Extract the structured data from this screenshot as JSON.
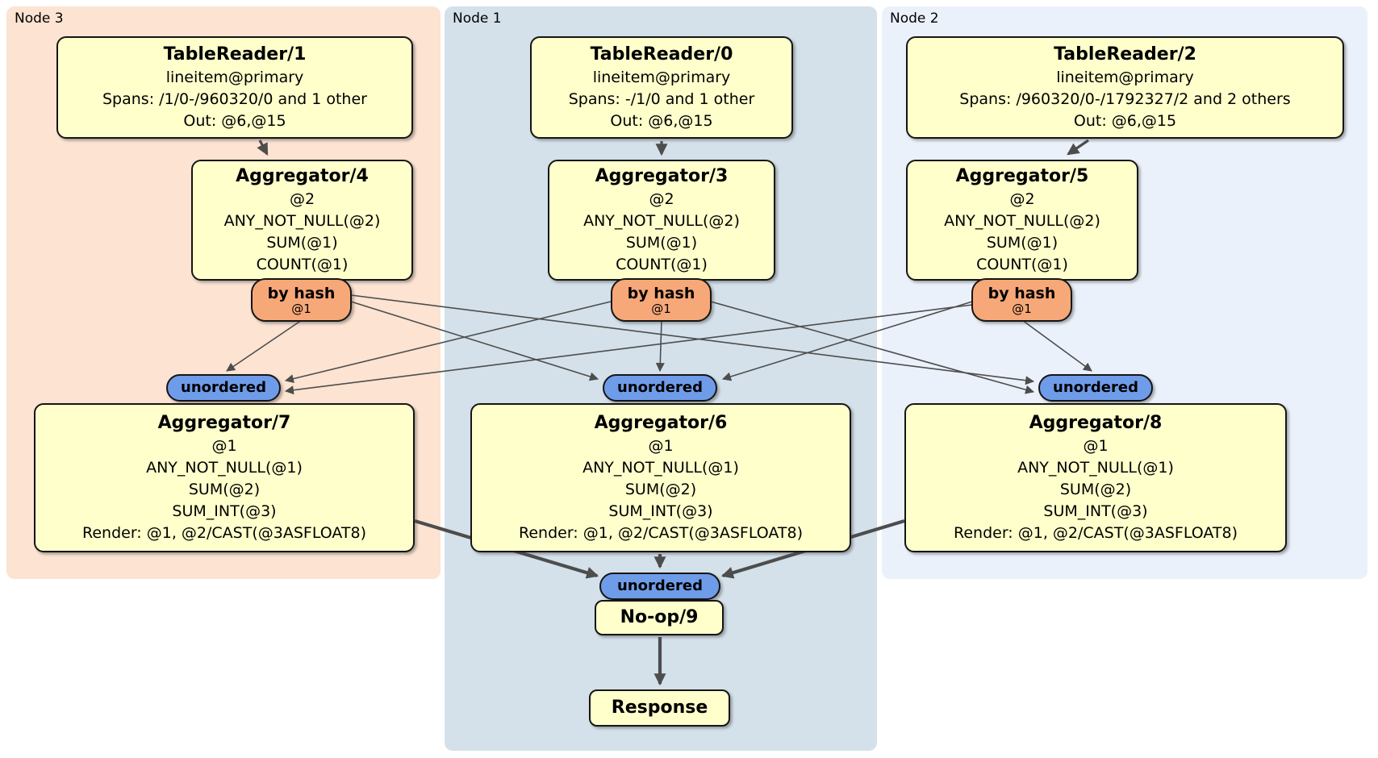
{
  "colors": {
    "node3_bg": "#fce3d2",
    "node1_bg": "#d4e1ea",
    "node2_bg": "#ebf1fa",
    "processor_fill": "#ffffcc",
    "router_fill": "#f7a878",
    "sync_fill": "#6f9ce9",
    "edge": "#4d4d4d"
  },
  "nodes": [
    {
      "label": "Node 3",
      "table_reader": {
        "title": "TableReader/1",
        "lines": [
          "lineitem@primary",
          "Spans: /1/0-/960320/0 and 1 other",
          "Out: @6,@15"
        ]
      },
      "aggregator_top": {
        "title": "Aggregator/4",
        "lines": [
          "@2",
          "ANY_NOT_NULL(@2)",
          "SUM(@1)",
          "COUNT(@1)"
        ]
      },
      "router": {
        "label": "by hash",
        "sub": "@1"
      },
      "sync": {
        "label": "unordered"
      },
      "aggregator_bottom": {
        "title": "Aggregator/7",
        "lines": [
          "@1",
          "ANY_NOT_NULL(@1)",
          "SUM(@2)",
          "SUM_INT(@3)",
          "Render: @1, @2/CAST(@3ASFLOAT8)"
        ]
      }
    },
    {
      "label": "Node 1",
      "table_reader": {
        "title": "TableReader/0",
        "lines": [
          "lineitem@primary",
          "Spans: -/1/0 and 1 other",
          "Out: @6,@15"
        ]
      },
      "aggregator_top": {
        "title": "Aggregator/3",
        "lines": [
          "@2",
          "ANY_NOT_NULL(@2)",
          "SUM(@1)",
          "COUNT(@1)"
        ]
      },
      "router": {
        "label": "by hash",
        "sub": "@1"
      },
      "sync": {
        "label": "unordered"
      },
      "aggregator_bottom": {
        "title": "Aggregator/6",
        "lines": [
          "@1",
          "ANY_NOT_NULL(@1)",
          "SUM(@2)",
          "SUM_INT(@3)",
          "Render: @1, @2/CAST(@3ASFLOAT8)"
        ]
      }
    },
    {
      "label": "Node 2",
      "table_reader": {
        "title": "TableReader/2",
        "lines": [
          "lineitem@primary",
          "Spans: /960320/0-/1792327/2 and 2 others",
          "Out: @6,@15"
        ]
      },
      "aggregator_top": {
        "title": "Aggregator/5",
        "lines": [
          "@2",
          "ANY_NOT_NULL(@2)",
          "SUM(@1)",
          "COUNT(@1)"
        ]
      },
      "router": {
        "label": "by hash",
        "sub": "@1"
      },
      "sync": {
        "label": "unordered"
      },
      "aggregator_bottom": {
        "title": "Aggregator/8",
        "lines": [
          "@1",
          "ANY_NOT_NULL(@1)",
          "SUM(@2)",
          "SUM_INT(@3)",
          "Render: @1, @2/CAST(@3ASFLOAT8)"
        ]
      }
    }
  ],
  "final_stage": {
    "sync": {
      "label": "unordered"
    },
    "noop": {
      "title": "No-op/9"
    },
    "response": {
      "title": "Response"
    }
  }
}
